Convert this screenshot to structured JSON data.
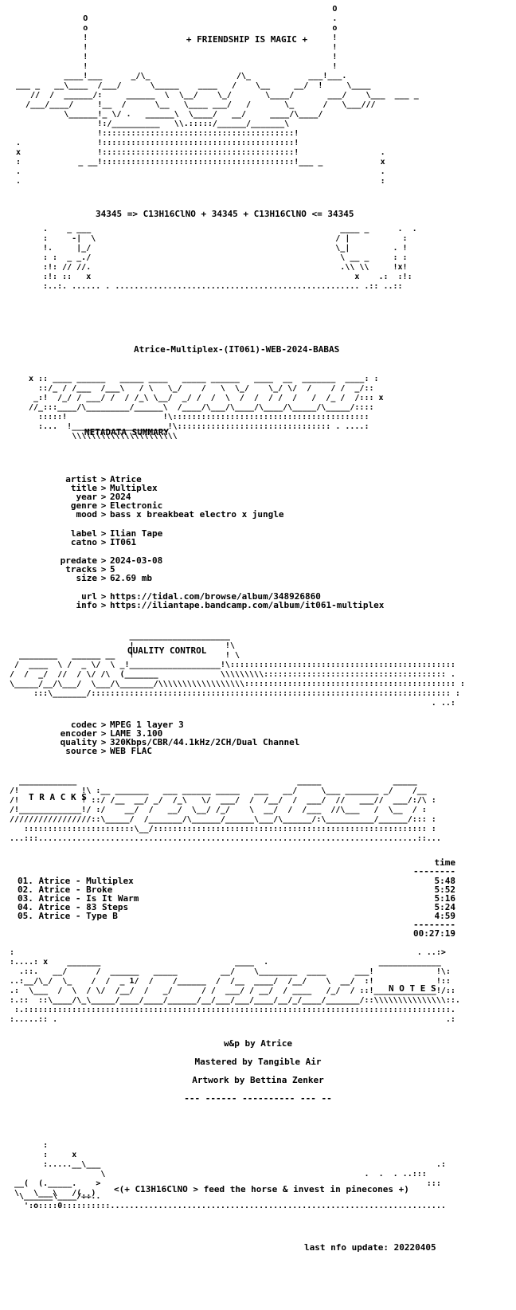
{
  "header": {
    "title": "+ FRIENDSHIP IS MAGIC +",
    "formula": "34345 => C13H16ClNO + 34345 + C13H16ClNO <= 34345"
  },
  "release_name": "Atrice-Multiplex-(IT061)-WEB-2024-BABAS",
  "sections": {
    "metadata": "METADATA SUMMARY",
    "quality": "QUALITY CONTROL",
    "tracks": "T R A C K S",
    "notes": "N O T E S"
  },
  "metadata": [
    {
      "key": "artist",
      "value": "Atrice"
    },
    {
      "key": "title",
      "value": "Multiplex"
    },
    {
      "key": "year",
      "value": "2024"
    },
    {
      "key": "genre",
      "value": "Electronic"
    },
    {
      "key": "mood",
      "value": "bass x breakbeat electro x jungle"
    },
    {
      "key": "label",
      "value": "Ilian Tape"
    },
    {
      "key": "catno",
      "value": "IT061"
    },
    {
      "key": "predate",
      "value": "2024-03-08"
    },
    {
      "key": "tracks",
      "value": "5"
    },
    {
      "key": "size",
      "value": "62.69 mb"
    },
    {
      "key": "url",
      "value": "https://tidal.com/browse/album/348926860"
    },
    {
      "key": "info",
      "value": "https://iliantape.bandcamp.com/album/it061-multiplex"
    }
  ],
  "quality": [
    {
      "key": "codec",
      "value": "MPEG 1 layer 3"
    },
    {
      "key": "encoder",
      "value": "LAME 3.100"
    },
    {
      "key": "quality",
      "value": "320Kbps/CBR/44.1kHz/2CH/Dual Channel"
    },
    {
      "key": "source",
      "value": "WEB FLAC"
    }
  ],
  "tracklist": {
    "time_header": "time",
    "rule": "--------",
    "items": [
      {
        "title": "01. Atrice - Multiplex",
        "time": "5:48"
      },
      {
        "title": "02. Atrice - Broke",
        "time": "5:52"
      },
      {
        "title": "03. Atrice - Is It Warm",
        "time": "5:16"
      },
      {
        "title": "04. Atrice - 83 Steps",
        "time": "5:24"
      },
      {
        "title": "05. Atrice - Type B",
        "time": "4:59"
      }
    ],
    "total": "00:27:19"
  },
  "notes": [
    "w&p by Atrice",
    "Mastered by Tangible Air",
    "Artwork by Bettina Zenker",
    "--- ------ ---------- --- --"
  ],
  "footer": {
    "tagline": "<(+ C13H16ClNO > feed the horse & invest in pinecones +)",
    "last_update": "last nfo update: 20220405"
  }
}
